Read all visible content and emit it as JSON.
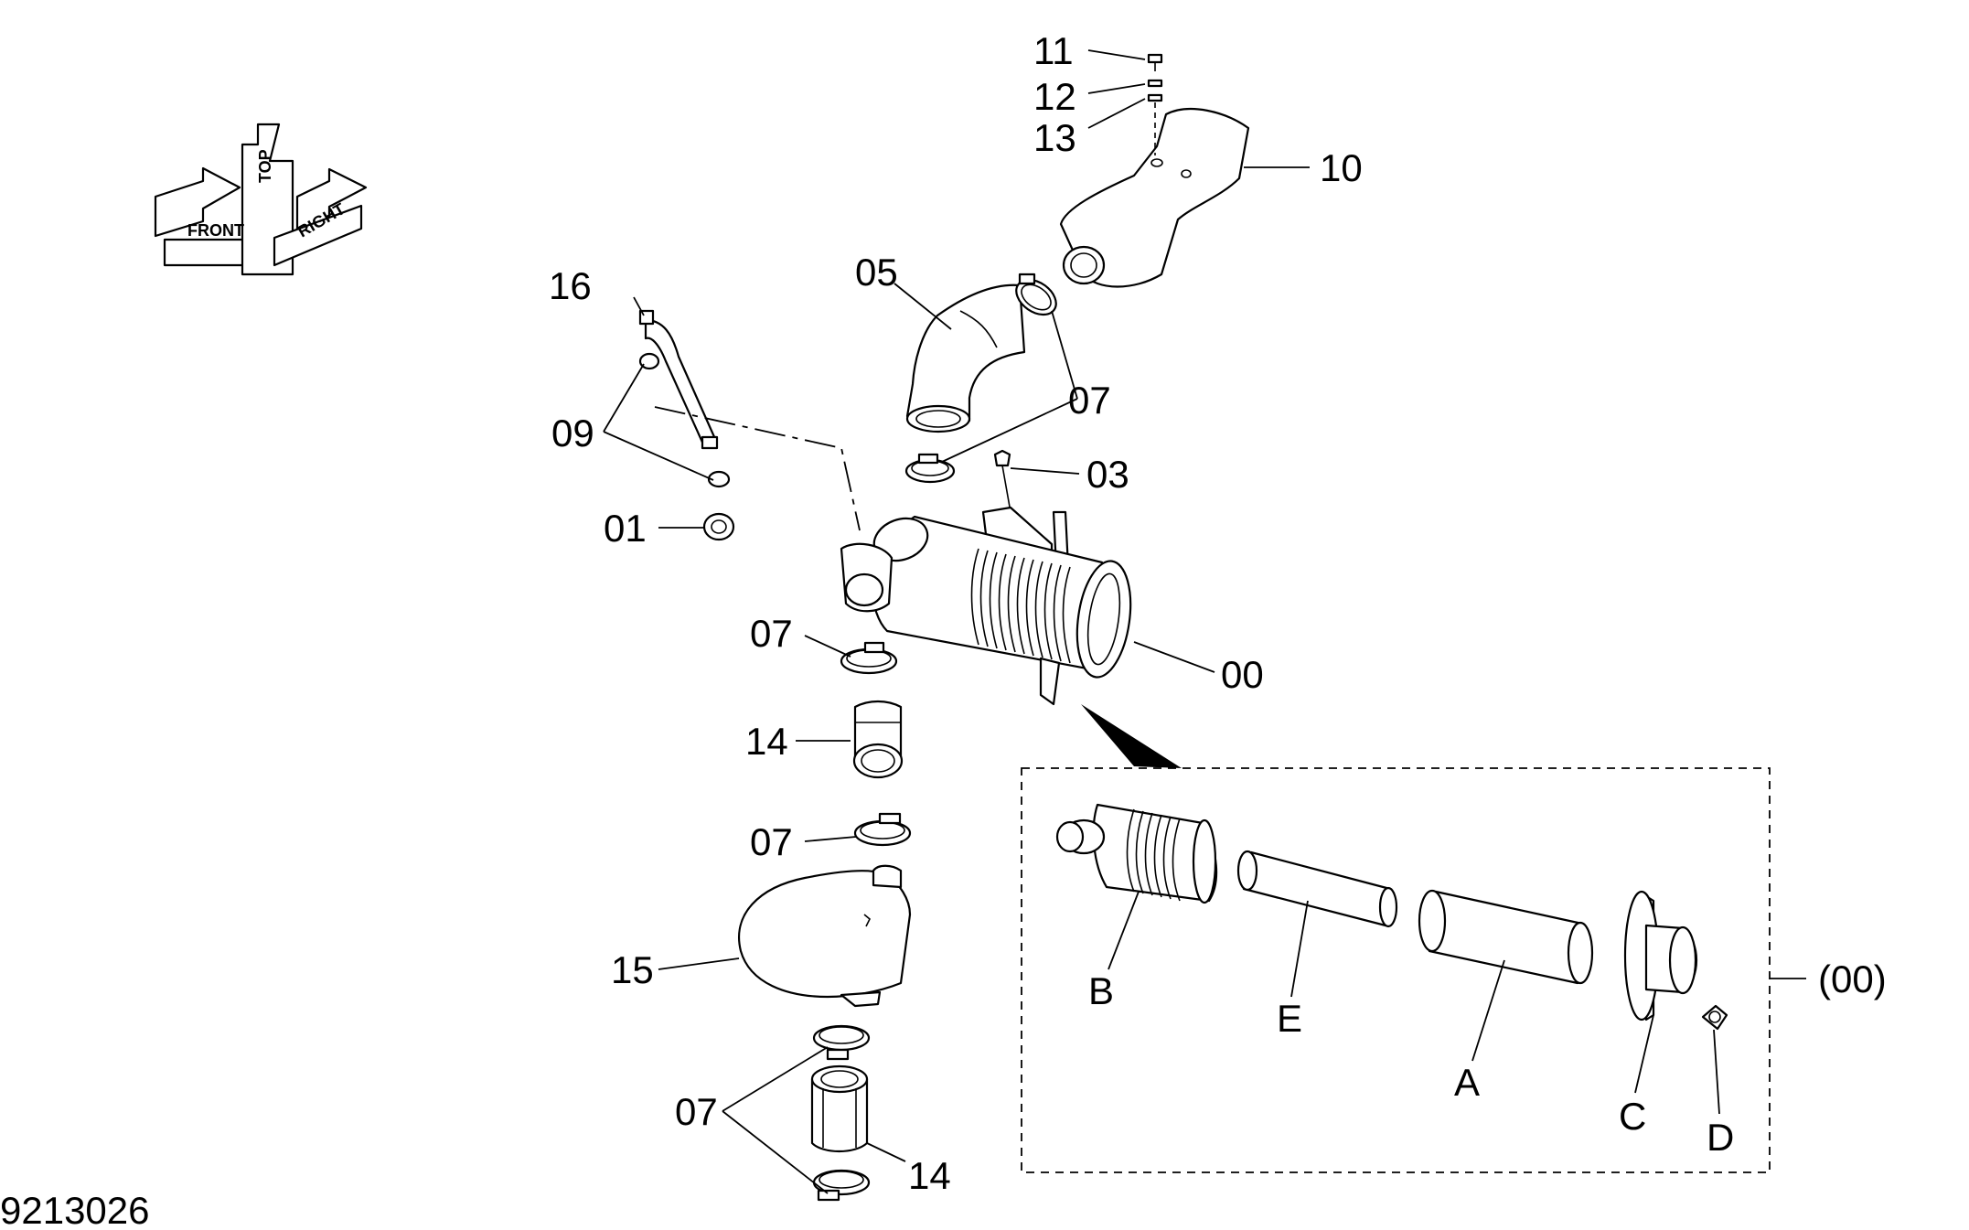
{
  "drawing_number": "9213026",
  "orientation": {
    "front": "FRONT",
    "top": "TOP",
    "right": "RIGHT"
  },
  "callouts": {
    "p00": "00",
    "p01": "01",
    "p03": "03",
    "p05": "05",
    "p07_upper": "07",
    "p07_mid": "07",
    "p07_low": "07",
    "p07_bottom": "07",
    "p09": "09",
    "p10": "10",
    "p11": "11",
    "p12": "12",
    "p13": "13",
    "p14_upper": "14",
    "p14_lower": "14",
    "p15": "15",
    "p16": "16",
    "detail": "(00)",
    "sub_a": "A",
    "sub_b": "B",
    "sub_c": "C",
    "sub_d": "D",
    "sub_e": "E"
  }
}
